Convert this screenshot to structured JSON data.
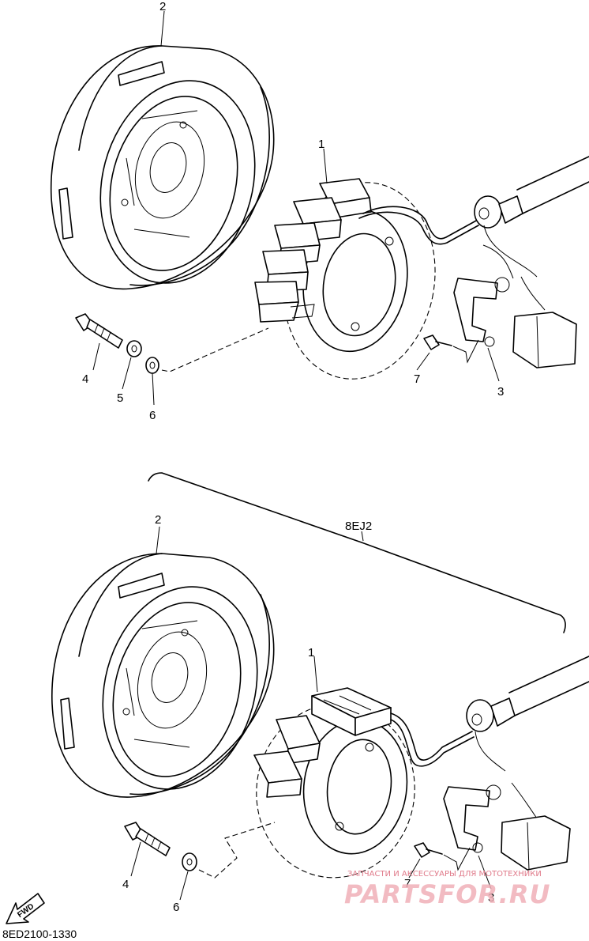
{
  "diagram": {
    "top": {
      "labels": {
        "p1": "1",
        "p2": "2",
        "p3": "3",
        "p4": "4",
        "p5": "5",
        "p6": "6",
        "p7": "7"
      }
    },
    "bottom": {
      "group_label": "8EJ2",
      "labels": {
        "p1": "1",
        "p2": "2",
        "p3": "3",
        "p4": "4",
        "p6": "6",
        "p7": "7"
      }
    },
    "fwd_label": "FWD",
    "footer_code": "8ED2100-1330",
    "watermark": {
      "caption": "ЗАПЧАСТИ И АКСЕССУАРЫ ДЛЯ МОТОТЕХНИКИ",
      "brand": "PARTSFOR.RU"
    }
  }
}
